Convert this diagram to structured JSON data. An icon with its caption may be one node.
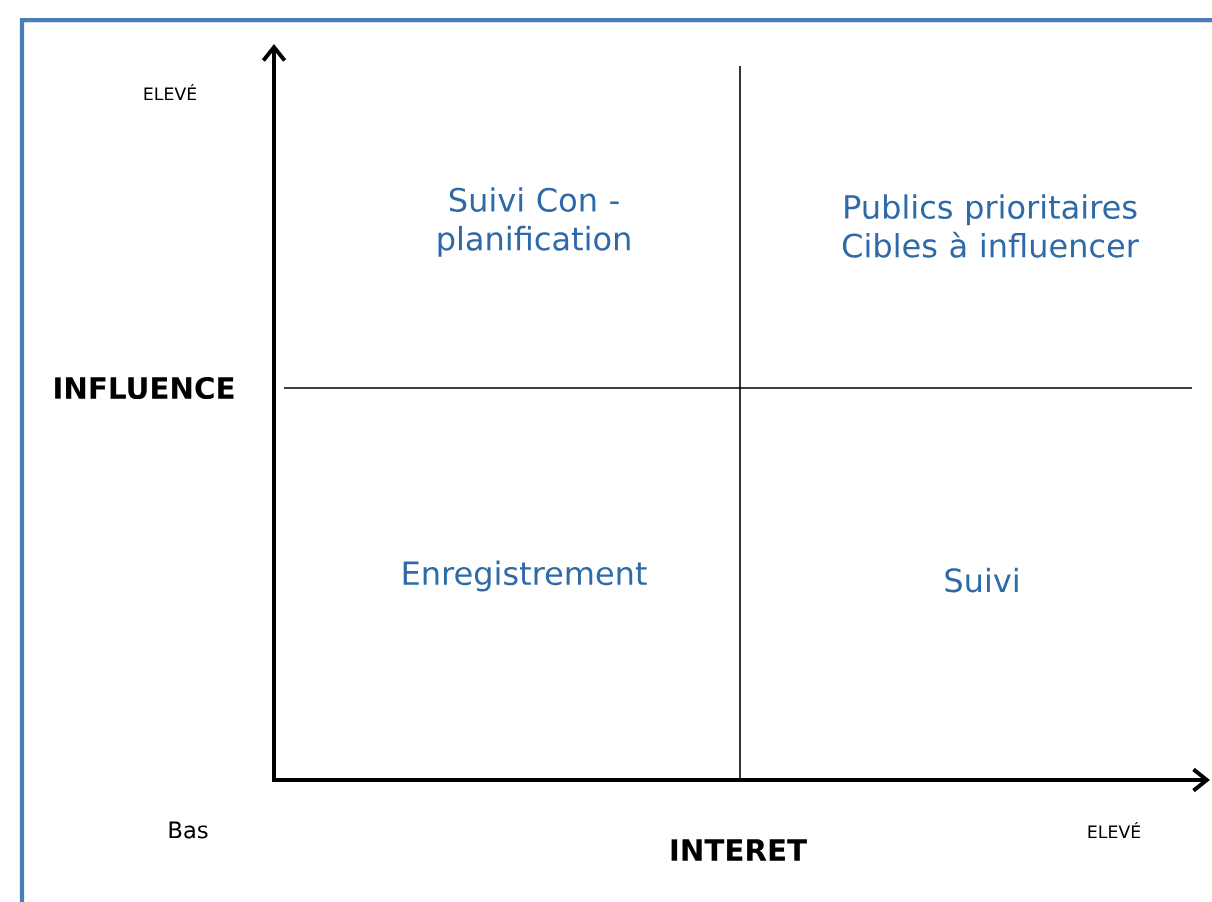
{
  "diagram": {
    "labels": [
      "ELEVÉ",
      "Suivi Con - planification",
      "Publics prioritaires Cibles à influencer",
      "INFLUENCE",
      "Enregistrement",
      "Suivi",
      "Bas",
      "INTERET",
      "ELEVÉ"
    ]
  }
}
